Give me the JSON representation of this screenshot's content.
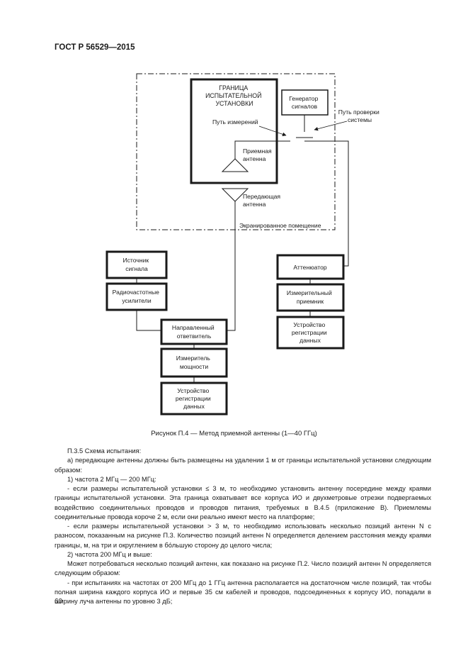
{
  "header": {
    "doc_code": "ГОСТ Р 56529—2015"
  },
  "diagram": {
    "boundary": [
      "ГРАНИЦА",
      "ИСПЫТАТЕЛЬНОЙ",
      "УСТАНОВКИ"
    ],
    "generator": [
      "Генератор",
      "сигналов"
    ],
    "system_check_path": [
      "Путь проверки",
      "системы"
    ],
    "measurement_path": "Путь измерений",
    "receiving_antenna": [
      "Приемная",
      "антенна"
    ],
    "transmitting_antenna": [
      "Передающая",
      "антенна"
    ],
    "shielded_room": "Экранированное помещение",
    "signal_source": [
      "Источник",
      "сигнала"
    ],
    "rf_amplifiers": [
      "Радиочастотные",
      "усилители"
    ],
    "directional_coupler": [
      "Направленный",
      "ответвитель"
    ],
    "power_meter": [
      "Измеритель",
      "мощности"
    ],
    "recorder_left": [
      "Устройство",
      "регистрации",
      "данных"
    ],
    "attenuator": "Аттенюатор",
    "measuring_receiver": [
      "Измерительный",
      "приемник"
    ],
    "recorder_right": [
      "Устройство",
      "регистрации",
      "данных"
    ]
  },
  "caption": "Рисунок П.4 — Метод приемной антенны (1—40 ГГц)",
  "paragraphs": [
    "П.3.5 Схема испытания:",
    "а) передающие антенны должны быть размещены на удалении 1 м от границы испытательной установки следующим образом:",
    "1) частота 2 МГц — 200 МГц:",
    "- если размеры испытательной установки ≤ 3 м, то необходимо установить антенну посередине между краями границы испытательной установки. Эта граница охватывает все корпуса ИО и двухметровые отрезки подвергаемых воздействию соединительных проводов и проводов питания, требуемых в В.4.5 (приложение В). Приемлемы соединительные провода короче 2 м, если они реально имеют место на платформе;",
    "- если размеры испытательной установки > 3 м, то необходимо использовать несколько позиций антенн N с разносом, показанным на рисунке П.3. Количество позиций антенн N определяется делением расстояния между краями границы, м, на три и округлением в бо́льшую сторону до целого числа;",
    "2) частота 200 МГц и выше:",
    "Может потребоваться несколько позиций антенн, как показано на рисунке П.2. Число позиций антенн N определяется следующим образом:",
    "- при испытаниях на частотах от 200 МГц до 1 ГГц антенна располагается на достаточном числе позиций, так чтобы полная ширина каждого корпуса ИО и первые 35 см кабелей и проводов, подсоединенных к корпусу ИО, попадали в ширину луча антенны по уровню 3 дБ;"
  ],
  "page_number": "60"
}
